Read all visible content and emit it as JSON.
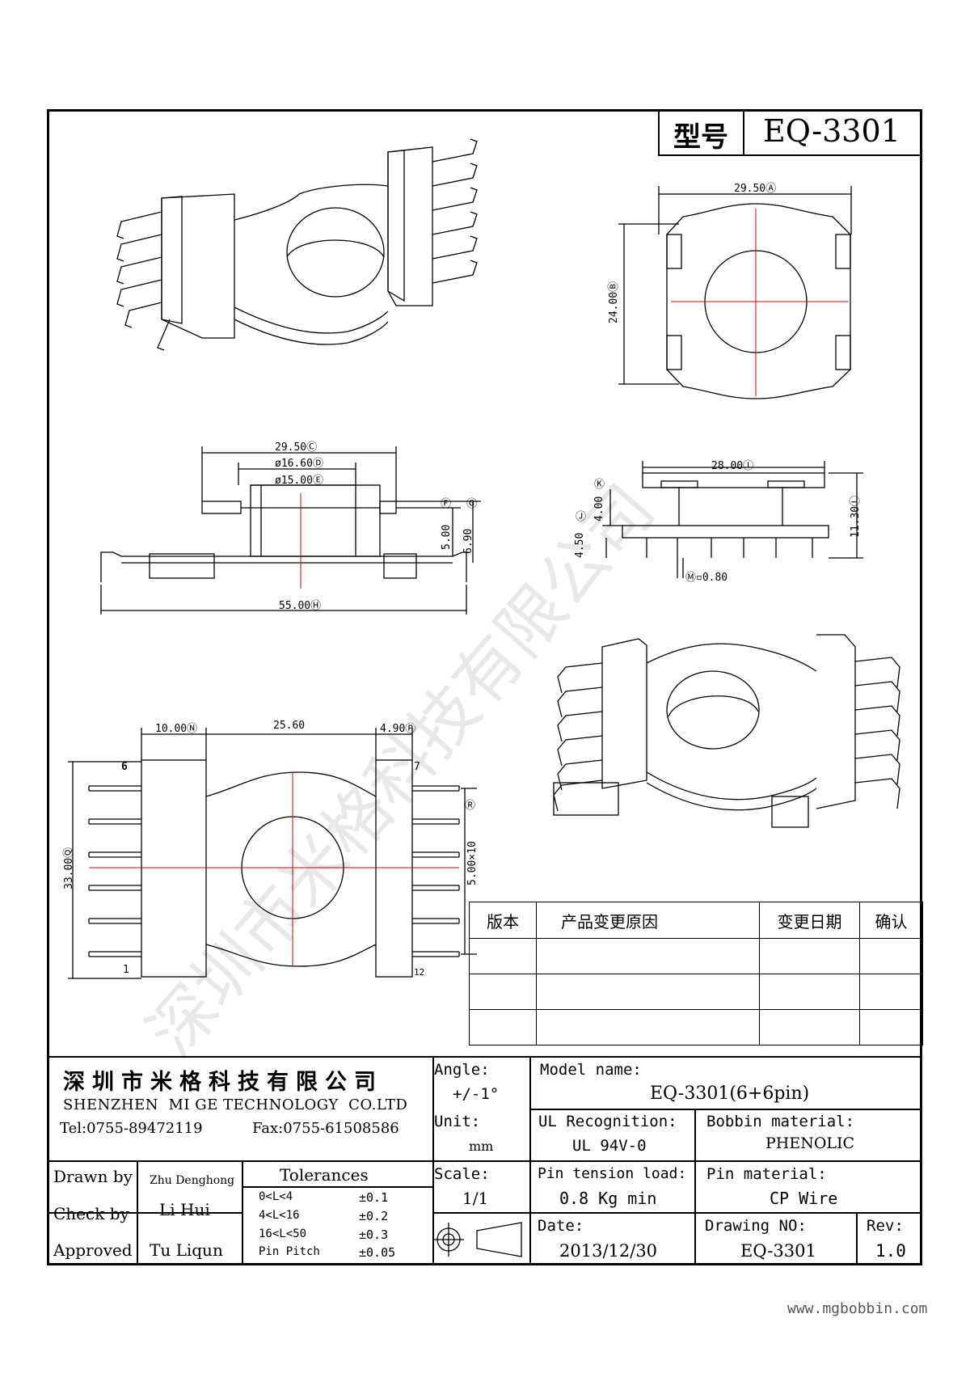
{
  "header": {
    "model_label": "型号",
    "model_value": "EQ-3301"
  },
  "watermark": "深圳市米格科技有限公司",
  "dimensions": {
    "top_width": "29.50Ⓐ",
    "top_height": "24.00Ⓑ",
    "side_outer": "29.50Ⓒ",
    "side_d1": "ø16.60Ⓓ",
    "side_d2": "ø15.00Ⓔ",
    "side_f": "Ⓕ",
    "side_g": "Ⓖ",
    "side_h1": "5.00",
    "side_h2": "6.90",
    "side_total": "55.00Ⓗ",
    "end_width": "28.00Ⓘ",
    "end_k": "Ⓚ",
    "end_k_val": "4.00",
    "end_j": "Ⓙ",
    "end_j_val": "4.50",
    "end_l": "11.30Ⓛ",
    "end_pin": "Ⓜ▫0.80",
    "bottom_n": "10.00Ⓝ",
    "bottom_mid": "25.60",
    "bottom_p": "4.90Ⓟ",
    "bottom_q": "33.00Ⓠ",
    "bottom_r": "Ⓡ",
    "bottom_pitch": "5.00×10",
    "pin_6": "6",
    "pin_7": "7",
    "pin_1": "1",
    "pin_12": "12"
  },
  "revision_table": {
    "headers": [
      "版本",
      "产品变更原因",
      "变更日期",
      "确认"
    ],
    "rows": [
      [
        "",
        "",
        "",
        ""
      ],
      [
        "",
        "",
        "",
        ""
      ],
      [
        "",
        "",
        "",
        ""
      ]
    ]
  },
  "title_block": {
    "company_cn": "深圳市米格科技有限公司",
    "company_en": "SHENZHEN  MI GE TECHNOLOGY  CO.LTD",
    "tel": "Tel:0755-89472119",
    "fax": "Fax:0755-61508586",
    "angle_label": "Angle:",
    "angle_value": "+/-1°",
    "model_name_label": "Model name:",
    "model_name_value": "EQ-3301(6+6pin)",
    "unit_label": "Unit:",
    "unit_value": "mm",
    "ul_label": "UL Recognition:",
    "ul_value": "UL 94V-0",
    "bobbin_label": "Bobbin material:",
    "bobbin_value": "PHENOLIC",
    "drawn_label": "Drawn by",
    "drawn_value": "Zhu Denghong",
    "check_label": "Check by",
    "check_value": "Li Hui",
    "approved_label": "Approved",
    "approved_value": "Tu Liqun",
    "tolerances_label": "Tolerances",
    "tolerances": [
      {
        "range": "0<L<4",
        "value": "±0.1"
      },
      {
        "range": "4<L<16",
        "value": "±0.2"
      },
      {
        "range": "16<L<50",
        "value": "±0.3"
      },
      {
        "range": "Pin Pitch",
        "value": "±0.05"
      }
    ],
    "scale_label": "Scale:",
    "scale_value": "1/1",
    "pin_tension_label": "Pin tension load:",
    "pin_tension_value": "0.8 Kg min",
    "pin_material_label": "Pin material:",
    "pin_material_value": "CP Wire",
    "date_label": "Date:",
    "date_value": "2013/12/30",
    "drawing_no_label": "Drawing NO:",
    "drawing_no_value": "EQ-3301",
    "rev_label": "Rev:",
    "rev_value": "1.0"
  },
  "website": "www.mgbobbin.com"
}
